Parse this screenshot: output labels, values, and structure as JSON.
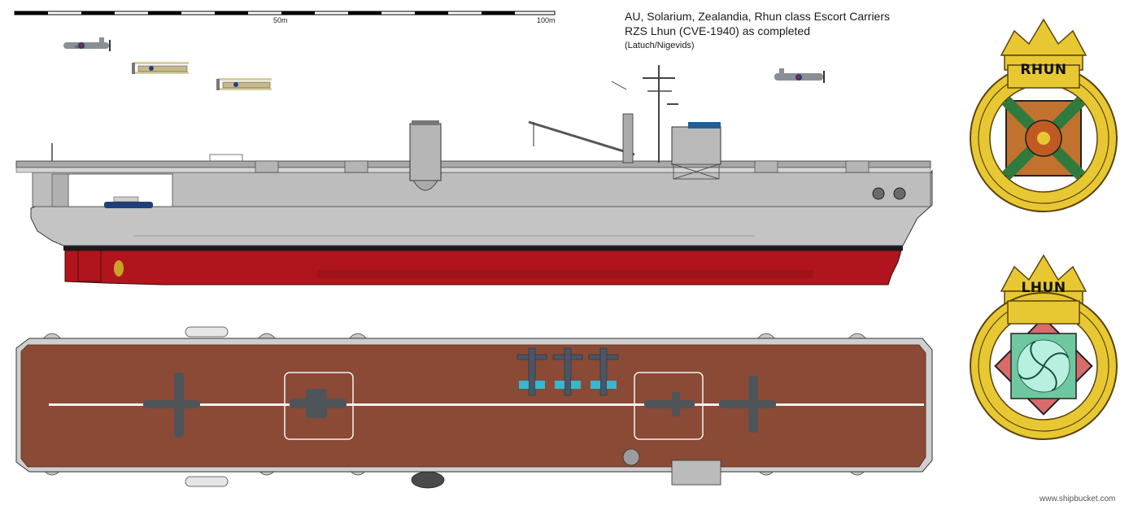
{
  "header": {
    "title_line1": "AU, Solarium, Zealandia, Rhun class Escort Carriers",
    "title_line2": "RZS Lhun (CVE-1940) as completed",
    "credit": "(Latuch/Nigevids)"
  },
  "scale": {
    "label_mid": "50m",
    "label_end": "100m"
  },
  "crests": [
    {
      "name": "RHUN",
      "field_color": "#c0722e"
    },
    {
      "name": "LHUN",
      "field_color": "#6fc7a0"
    }
  ],
  "colors": {
    "hull_grey": "#c4c4c4",
    "hull_red": "#b0151d",
    "deck_wood": "#8a4a36",
    "crest_gold": "#e8c832"
  },
  "footer": {
    "watermark": "www.shipbucket.com"
  }
}
